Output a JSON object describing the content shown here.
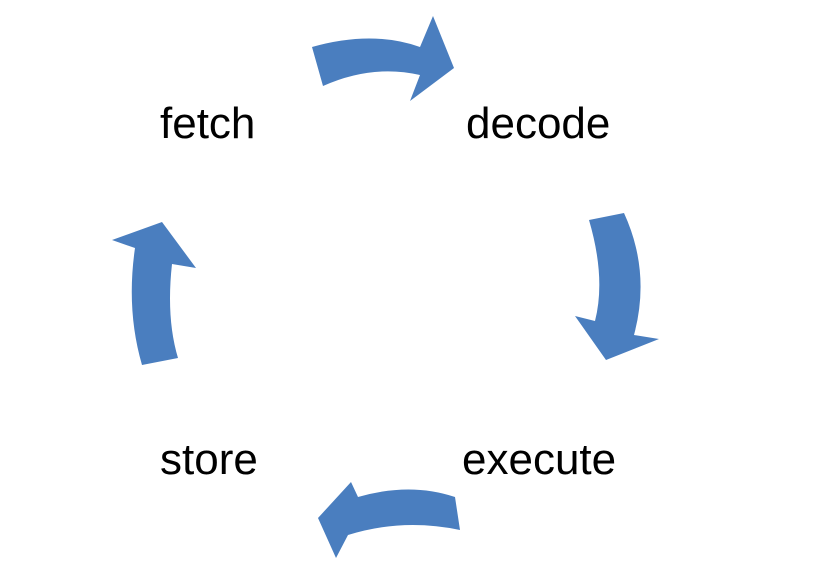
{
  "diagram": {
    "type": "cycle",
    "arrow_color": "#4a7ebf",
    "steps": [
      {
        "id": "fetch",
        "label": "fetch"
      },
      {
        "id": "decode",
        "label": "decode"
      },
      {
        "id": "execute",
        "label": "execute"
      },
      {
        "id": "store",
        "label": "store"
      }
    ],
    "transitions": [
      {
        "from": "fetch",
        "to": "decode"
      },
      {
        "from": "decode",
        "to": "execute"
      },
      {
        "from": "execute",
        "to": "store"
      },
      {
        "from": "store",
        "to": "fetch"
      }
    ]
  }
}
